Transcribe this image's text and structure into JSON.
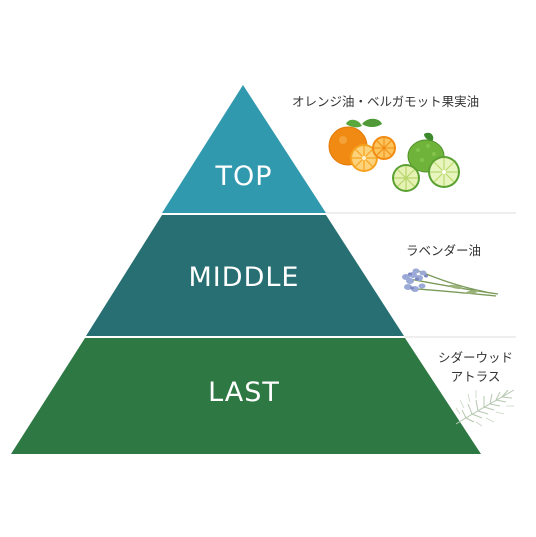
{
  "tiers": [
    {
      "label": "TOP",
      "color": "#3199AE"
    },
    {
      "label": "MIDDLE",
      "color": "#276F73"
    },
    {
      "label": "LAST",
      "color": "#2E7844"
    }
  ],
  "notes": {
    "top": "オレンジ油・ベルガモット果実油",
    "middle": "ラベンダー油",
    "last_line1": "シダーウッド",
    "last_line2": "アトラス"
  },
  "illustrations": {
    "top": [
      "orange-icon",
      "bergamot-icon"
    ],
    "middle": "lavender-icon",
    "last": "cedar-sprig-icon"
  },
  "divider_color": "#dddddd"
}
